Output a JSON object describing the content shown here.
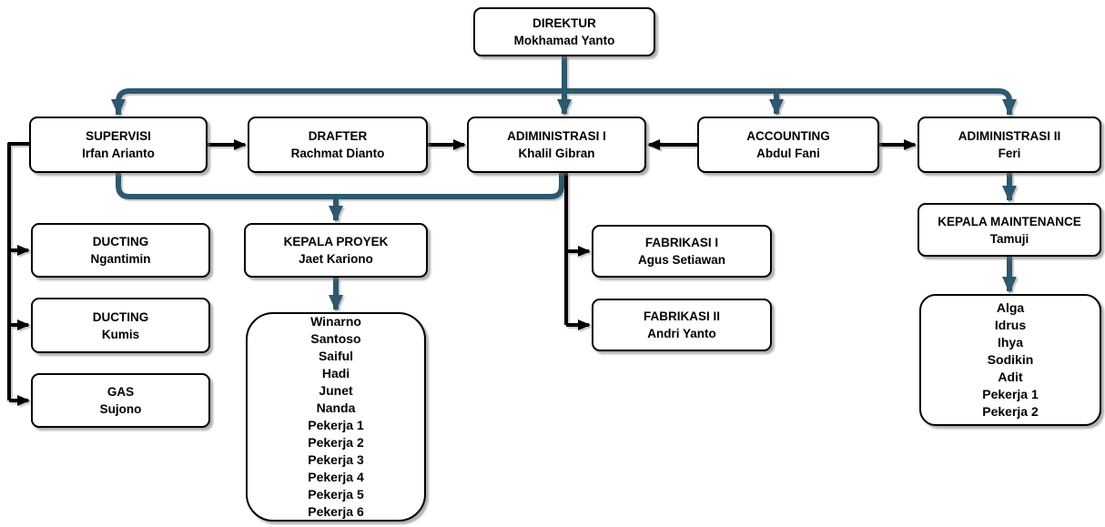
{
  "colors": {
    "accent": "#2d586e",
    "line": "#000000",
    "box_fill": "#ffffff",
    "box_border": "#000000"
  },
  "boxes": {
    "direktur": {
      "title": "DIREKTUR",
      "name": "Mokhamad Yanto"
    },
    "supervisi": {
      "title": "SUPERVISI",
      "name": "Irfan Arianto"
    },
    "drafter": {
      "title": "DRAFTER",
      "name": "Rachmat Dianto"
    },
    "administrasi1": {
      "title": "ADIMINISTRASI I",
      "name": "Khalil Gibran"
    },
    "accounting": {
      "title": "ACCOUNTING",
      "name": "Abdul Fani"
    },
    "administrasi2": {
      "title": "ADIMINISTRASI II",
      "name": "Feri"
    },
    "ducting1": {
      "title": "DUCTING",
      "name": "Ngantimin"
    },
    "ducting2": {
      "title": "DUCTING",
      "name": "Kumis"
    },
    "gas": {
      "title": "GAS",
      "name": "Sujono"
    },
    "kepala_proyek": {
      "title": "KEPALA PROYEK",
      "name": "Jaet Kariono"
    },
    "fabrikasi1": {
      "title": "FABRIKASI I",
      "name": "Agus Setiawan"
    },
    "fabrikasi2": {
      "title": "FABRIKASI II",
      "name": "Andri Yanto"
    },
    "kepala_maintenance": {
      "title": "KEPALA MAINTENANCE",
      "name": "Tamuji"
    }
  },
  "teams": {
    "proyek": [
      "Winarno",
      "Santoso",
      "Saiful",
      "Hadi",
      "Junet",
      "Nanda",
      "Pekerja 1",
      "Pekerja 2",
      "Pekerja 3",
      "Pekerja 4",
      "Pekerja 5",
      "Pekerja 6"
    ],
    "maintenance": [
      "Alga",
      "Idrus",
      "Ihya",
      "Sodikin",
      "Adit",
      "Pekerja 1",
      "Pekerja 2"
    ]
  }
}
